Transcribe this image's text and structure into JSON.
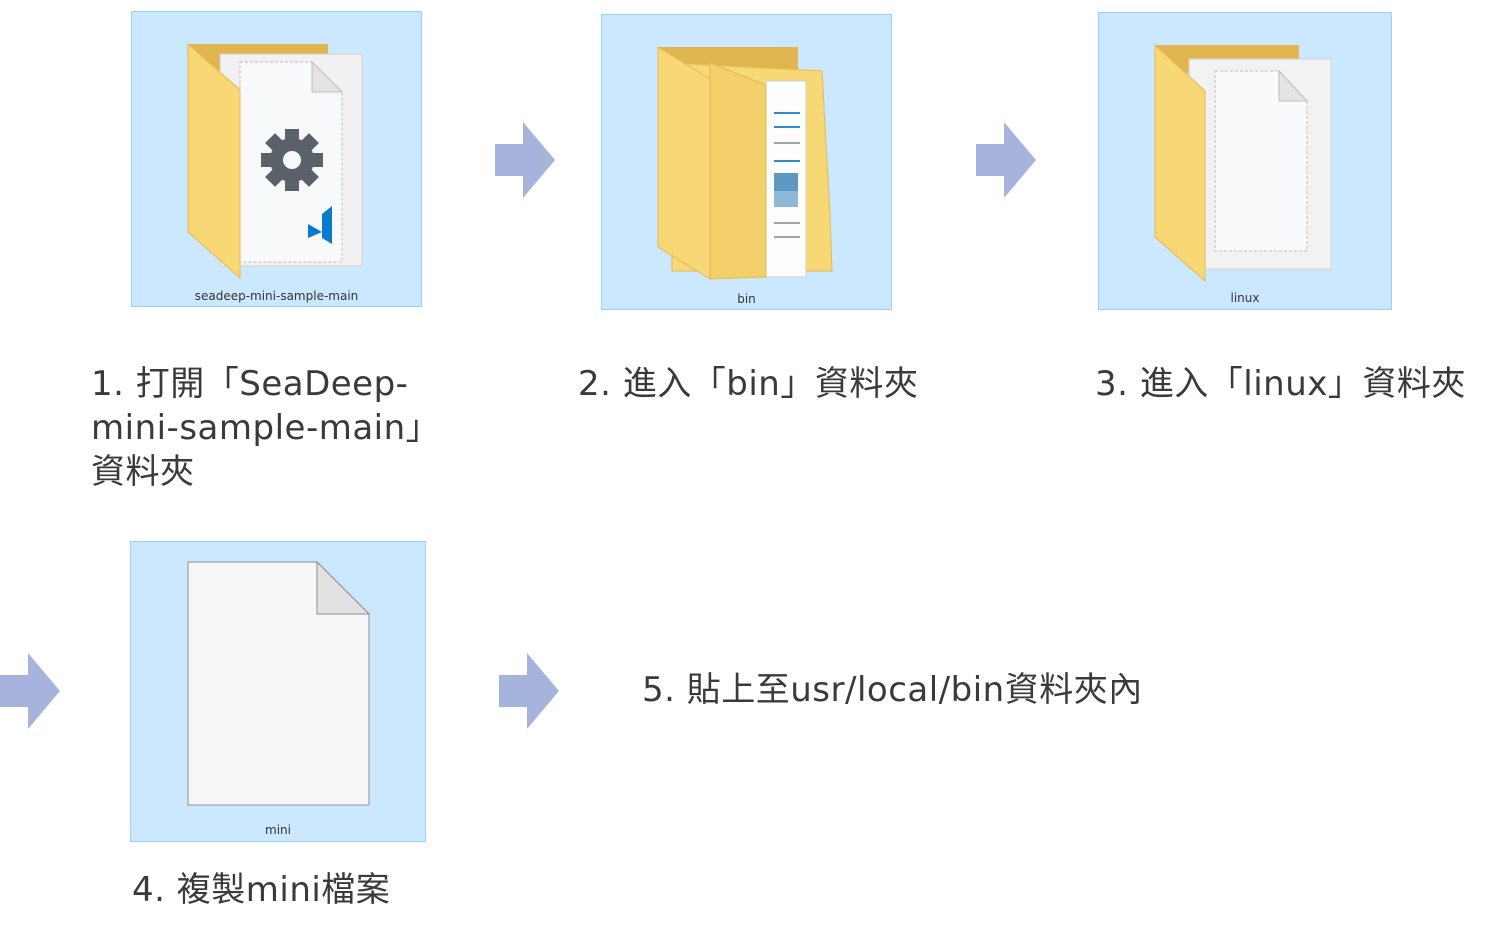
{
  "colors": {
    "tile_bg": "#cce8ff",
    "tile_border": "#99d1ff",
    "folder_yellow": "#f8d775",
    "arrow": "#a6b3dc",
    "label_text": "#3a3a3a",
    "vscode_blue": "#0a7bcc"
  },
  "steps": [
    {
      "icon": "folder-with-vscode-document-icon",
      "caption": "seadeep-mini-sample-main",
      "label_lines": [
        "1. 打開「SeaDeep-",
        "mini-sample-main」",
        "資料夾"
      ]
    },
    {
      "icon": "folder-with-documents-icon",
      "caption": "bin",
      "label_lines": [
        "2. 進入「bin」資料夾"
      ]
    },
    {
      "icon": "folder-with-blank-document-icon",
      "caption": "linux",
      "label_lines": [
        "3. 進入「linux」資料夾"
      ]
    },
    {
      "icon": "blank-file-icon",
      "caption": "mini",
      "label_lines": [
        "4. 複製mini檔案"
      ]
    },
    {
      "label_lines": [
        "5. 貼上至usr/local/bin資料夾內"
      ]
    }
  ],
  "arrows": [
    {
      "icon": "right-arrow-icon"
    },
    {
      "icon": "right-arrow-icon"
    },
    {
      "icon": "right-arrow-icon"
    },
    {
      "icon": "right-arrow-icon"
    }
  ]
}
